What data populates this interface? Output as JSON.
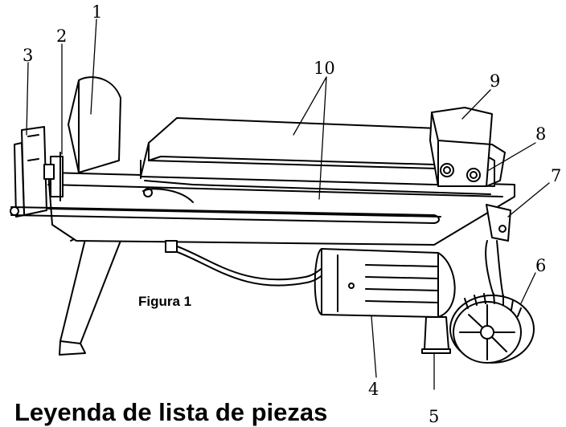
{
  "figure": {
    "caption": "Figura 1",
    "heading": "Leyenda de lista de piezas"
  },
  "callouts": [
    {
      "id": "1",
      "text": "1"
    },
    {
      "id": "2",
      "text": "2"
    },
    {
      "id": "3",
      "text": "3"
    },
    {
      "id": "4",
      "text": "4"
    },
    {
      "id": "5",
      "text": "5"
    },
    {
      "id": "6",
      "text": "6"
    },
    {
      "id": "7",
      "text": "7"
    },
    {
      "id": "8",
      "text": "8"
    },
    {
      "id": "9",
      "text": "9"
    },
    {
      "id": "10",
      "text": "10"
    }
  ]
}
